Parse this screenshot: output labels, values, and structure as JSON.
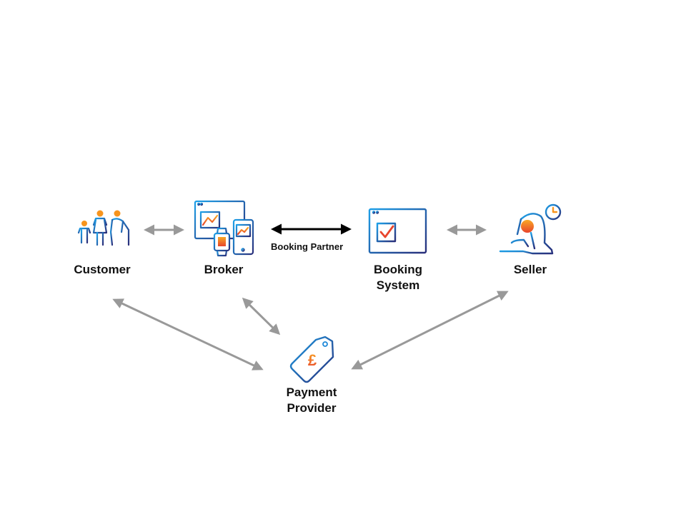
{
  "nodes": {
    "customer": {
      "label_lines": [
        "Customer"
      ],
      "icon": "family-icon"
    },
    "broker": {
      "label_lines": [
        "Broker"
      ],
      "icon": "multi-device-icon"
    },
    "booking_system": {
      "label_lines": [
        "Booking",
        "System"
      ],
      "icon": "browser-checklist-icon"
    },
    "seller": {
      "label_lines": [
        "Seller"
      ],
      "icon": "yoga-pose-clock-icon"
    },
    "payment_provider": {
      "label_lines": [
        "Payment",
        "Provider"
      ],
      "icon": "pound-price-tag-icon"
    }
  },
  "edges": {
    "broker_booking_system": {
      "label": "Booking Partner"
    }
  },
  "colors": {
    "icon_blue": "#1e88d8",
    "icon_navy": "#2a2f7a",
    "icon_orange": "#f7941d",
    "icon_red": "#e8452c",
    "arrow_gray": "#999999",
    "arrow_black": "#000000",
    "text": "#111111"
  }
}
